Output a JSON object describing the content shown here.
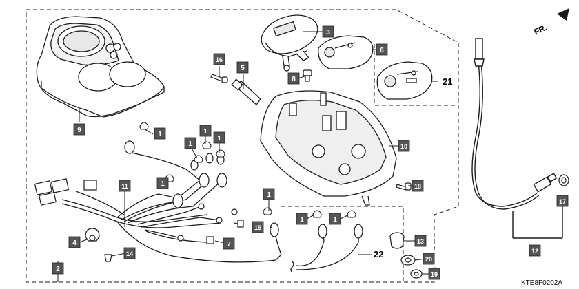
{
  "diagram": {
    "orientation_label": "FR.",
    "diagram_code": "KTE8F0202A",
    "callouts": [
      "1",
      "1",
      "1",
      "1",
      "1",
      "1",
      "1",
      "1",
      "2",
      "3",
      "4",
      "5",
      "6",
      "7",
      "8",
      "9",
      "10",
      "11",
      "12",
      "13",
      "14",
      "15",
      "16",
      "17",
      "18",
      "19",
      "20"
    ],
    "plain_labels": [
      "21",
      "22"
    ]
  },
  "colors": {
    "line": "#1a1a1a",
    "callout_fill": "#555555",
    "callout_text": "#ffffff",
    "part_fill": "#ffffff",
    "shade": "#cfcfcf"
  }
}
